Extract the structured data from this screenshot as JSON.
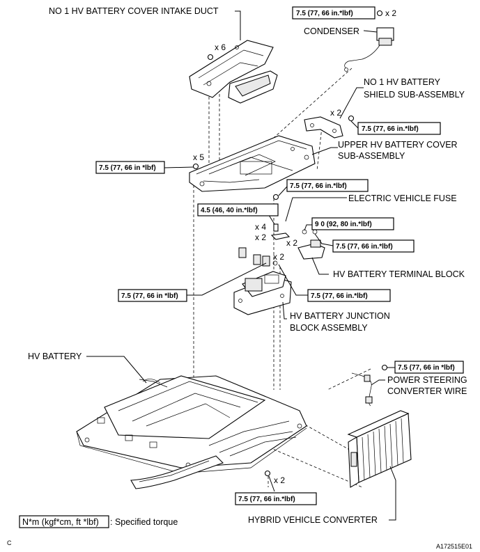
{
  "labels": {
    "intake_duct": "NO  1 HV BATTERY COVER INTAKE DUCT",
    "condenser": "CONDENSER",
    "shield_line1": "NO  1 HV BATTERY",
    "shield_line2": "SHIELD SUB-ASSEMBLY",
    "upper_cover_line1": "UPPER HV BATTERY COVER",
    "upper_cover_line2": "SUB-ASSEMBLY",
    "ev_fuse": "ELECTRIC VEHICLE FUSE",
    "terminal_block": "HV BATTERY TERMINAL BLOCK",
    "junction_line1": "HV BATTERY JUNCTION",
    "junction_line2": "BLOCK ASSEMBLY",
    "hv_battery": "HV BATTERY",
    "ps_wire_line1": "POWER STEERING",
    "ps_wire_line2": "CONVERTER WIRE",
    "converter": "HYBRID VEHICLE CONVERTER",
    "legend_box": "N*m (kgf*cm, ft *lbf)",
    "legend_text": ": Specified torque",
    "corner_letter": "C",
    "figure_id": "A172515E01"
  },
  "quantities": {
    "condenser": "x 2",
    "intake_duct": "x 6",
    "shield": "x 2",
    "upper_cover": "x 5",
    "ev_fuse_x4": "x 4",
    "ev_fuse_x2": "x 2",
    "terminal_x2": "x 2",
    "junction_x2": "x 2",
    "bottom_x2": "x 2"
  },
  "torques": {
    "condenser": "7.5 (77, 66 in.*lbf)",
    "shield": "7.5 (77, 66 in.*lbf)",
    "upper_cover_left": "7.5 (77, 66 in *lbf)",
    "upper_cover_right": "7.5 (77, 66 in.*lbf)",
    "ev_fuse": "4.5 (46, 40 in.*lbf)",
    "terminal_a": "9 0 (92, 80 in.*lbf)",
    "terminal_b": "7.5 (77, 66 in.*lbf)",
    "junction_left": "7.5 (77, 66 in *lbf)",
    "junction_right": "7.5 (77, 66 in.*lbf)",
    "ps_wire": "7.5 (77, 66 in *lbf)",
    "bottom": "7.5 (77, 66 in.*lbf)"
  }
}
